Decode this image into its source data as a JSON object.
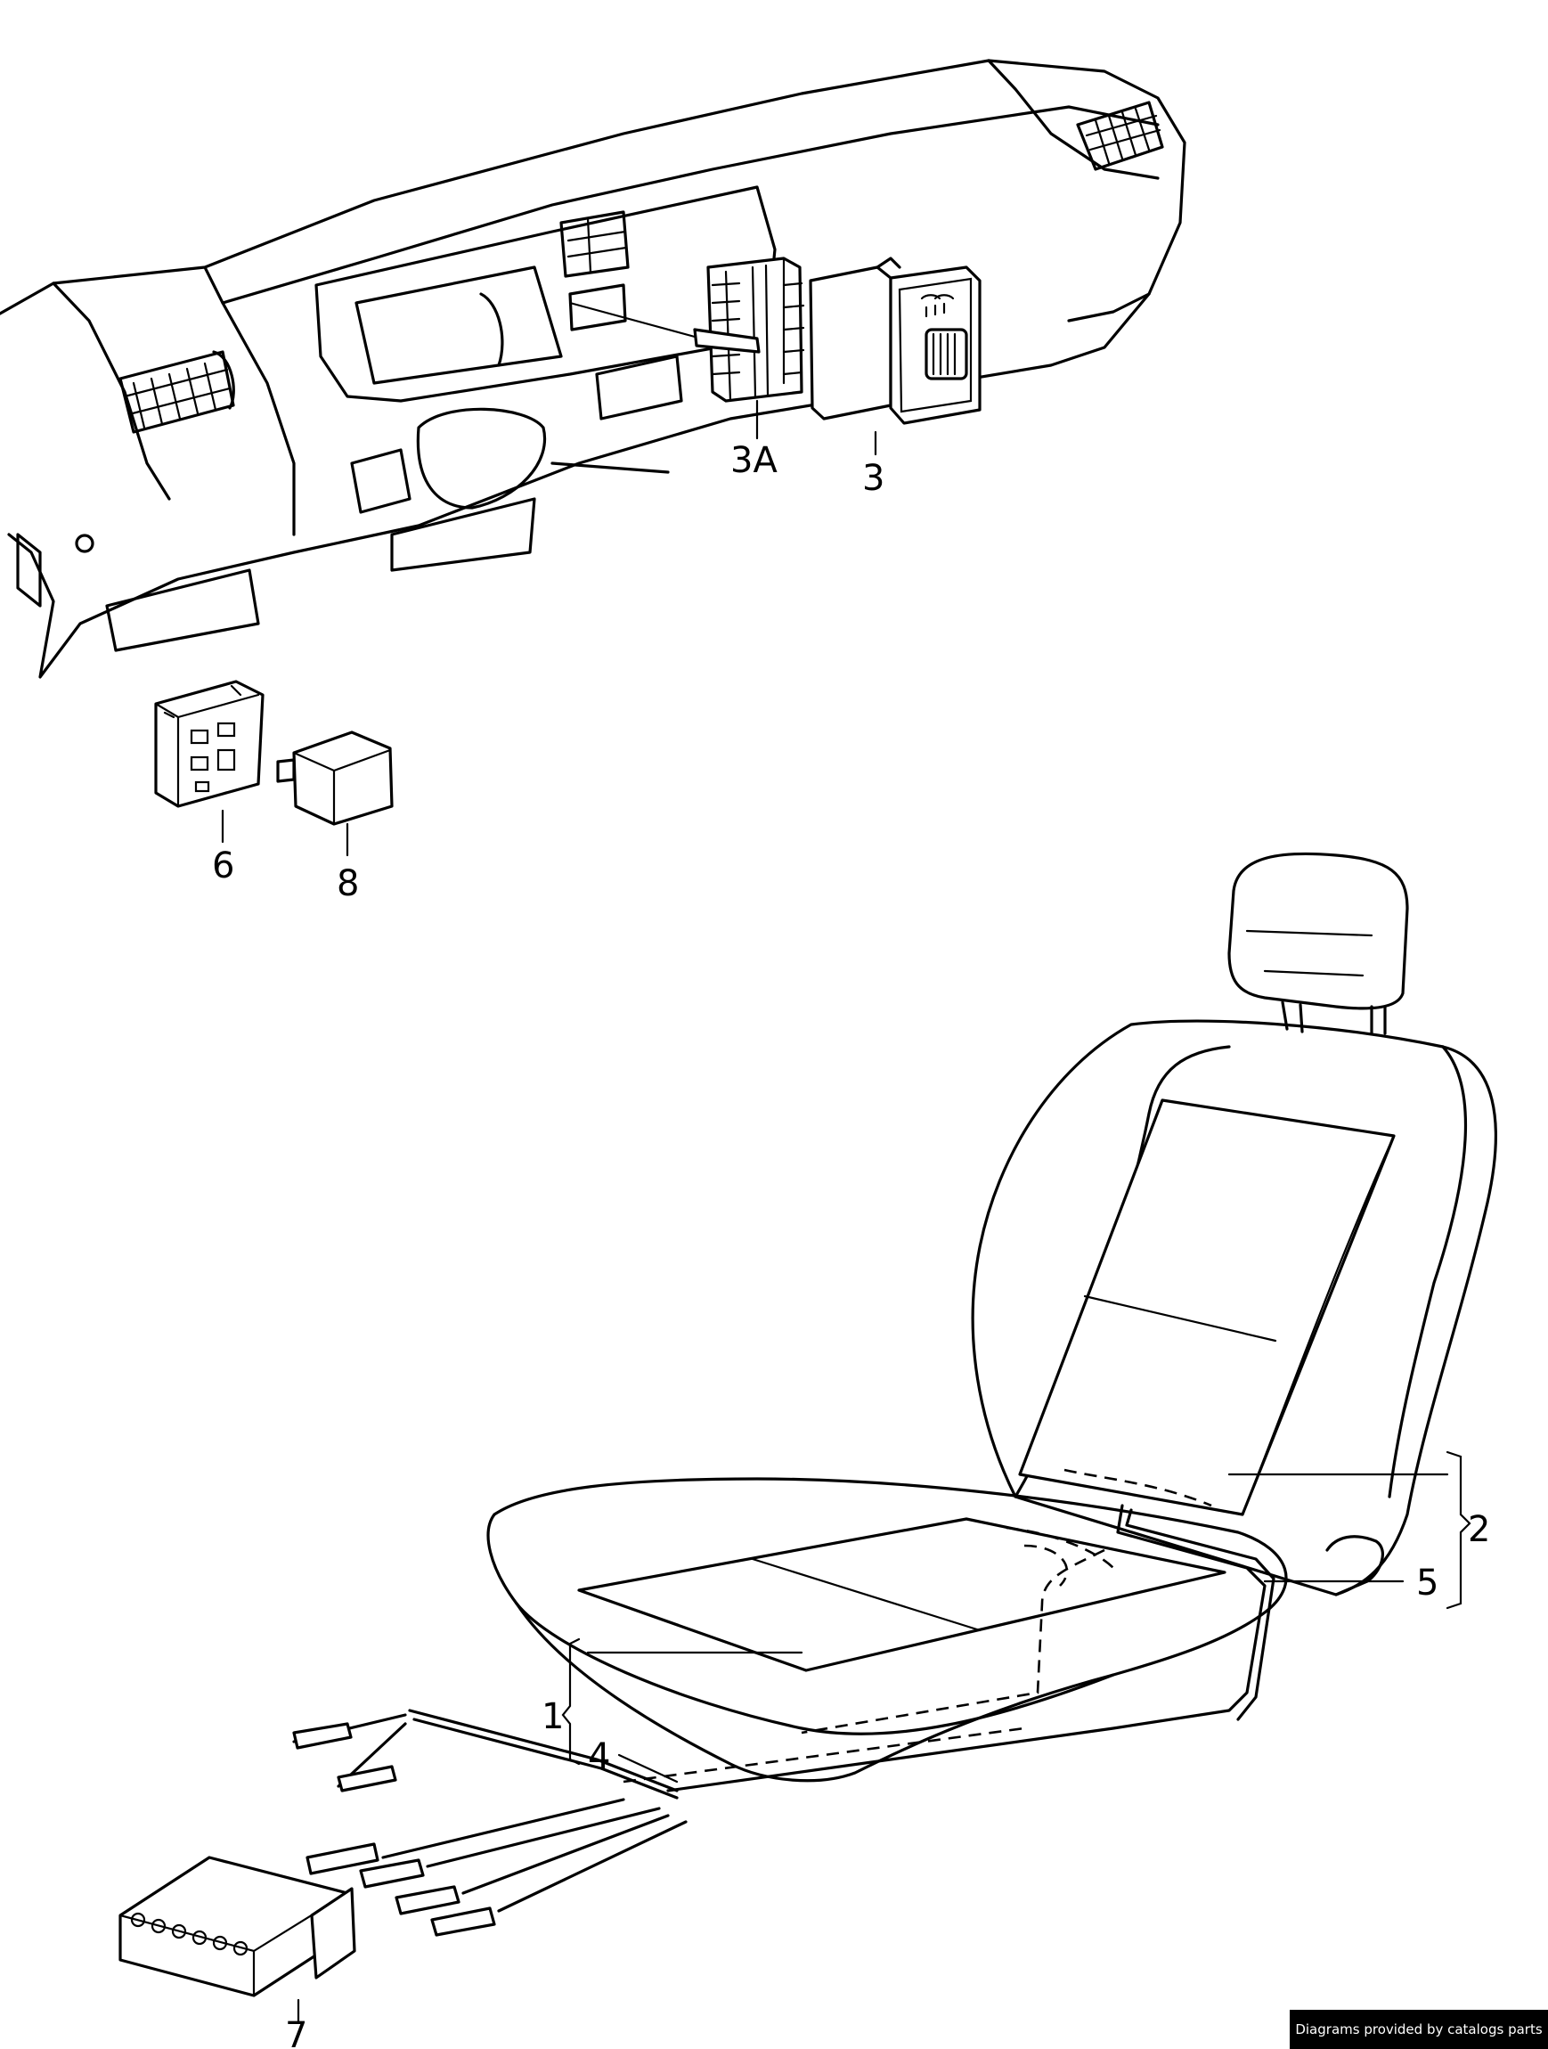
{
  "callouts": [
    {
      "id": "1",
      "label": "1"
    },
    {
      "id": "2",
      "label": "2"
    },
    {
      "id": "3",
      "label": "3"
    },
    {
      "id": "3A",
      "label": "3A"
    },
    {
      "id": "4",
      "label": "4"
    },
    {
      "id": "5",
      "label": "5"
    },
    {
      "id": "6",
      "label": "6"
    },
    {
      "id": "7",
      "label": "7"
    },
    {
      "id": "8",
      "label": "8"
    }
  ],
  "credit": "Diagrams provided by catalogs parts"
}
